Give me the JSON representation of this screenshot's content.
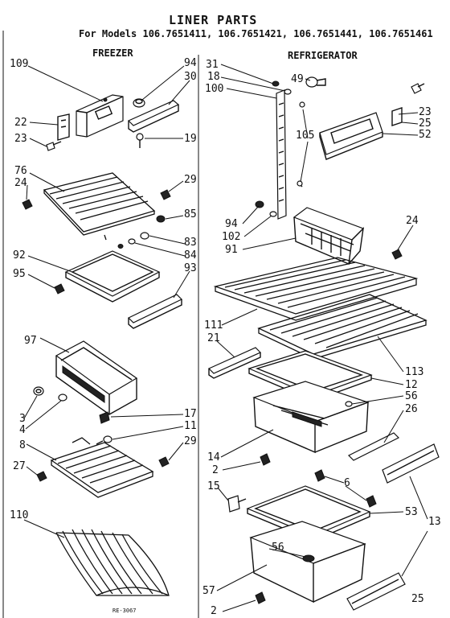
{
  "title": "LINER PARTS",
  "subtitle": "For Models 106.7651411, 106.7651421, 106.7651441, 106.7651461",
  "sections": {
    "freezer": "FREEZER",
    "refrigerator": "REFRIGERATOR"
  },
  "callouts": {
    "f109": "109",
    "f94": "94",
    "f30": "30",
    "f22": "22",
    "f23": "23",
    "f19": "19",
    "f76": "76",
    "f24": "24",
    "f29a": "29",
    "f85": "85",
    "f83": "83",
    "f84": "84",
    "f92": "92",
    "f95": "95",
    "f93": "93",
    "f97": "97",
    "f3": "3",
    "f4": "4",
    "f17": "17",
    "f11": "11",
    "f8": "8",
    "f29b": "29",
    "f27": "27",
    "f110": "110",
    "r31": "31",
    "r18": "18",
    "r100": "100",
    "r49": "49",
    "r105": "105",
    "r23": "23",
    "r25": "25",
    "r52": "52",
    "r94": "94",
    "r102": "102",
    "r91": "91",
    "r24": "24",
    "r111": "111",
    "r21": "21",
    "r113": "113",
    "r12": "12",
    "r56a": "56",
    "r26": "26",
    "r14": "14",
    "r2a": "2",
    "r15": "15",
    "r6": "6",
    "r53": "53",
    "r13": "13",
    "r56b": "56",
    "r57": "57",
    "r2b": "2"
  },
  "footer": {
    "code": "RE-3067",
    "page": "25"
  }
}
